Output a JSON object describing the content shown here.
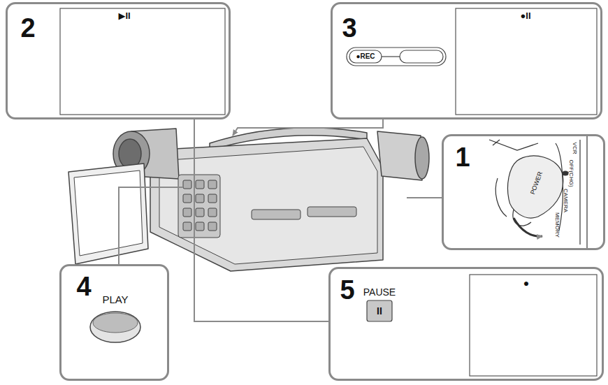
{
  "diagram": {
    "nodes": [
      {
        "text": [
          "2",
          "▶II"
        ]
      },
      {
        "text": [
          "3",
          "●REC",
          "●II"
        ]
      },
      {
        "text": [
          "1",
          "POWER",
          "OFF(CHG)",
          "VCR",
          "CAMERA",
          "MEMORY"
        ]
      },
      {
        "text": [
          "4",
          "PLAY"
        ]
      },
      {
        "text": [
          "5",
          "PAUSE",
          "II",
          "●"
        ]
      }
    ]
  }
}
